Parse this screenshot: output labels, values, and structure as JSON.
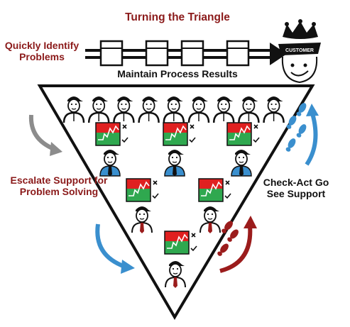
{
  "title": "Turning the Triangle",
  "left_top_label": "Quickly Identify Problems",
  "left_mid_label": "Escalate Support for Problem Solving",
  "right_mid_label": "Check-Act Go See Support",
  "triangle_top_label": "Maintain Process Results",
  "customer_label": "CUSTOMER",
  "colors": {
    "title_red": "#8b1a1a",
    "arrow_blue": "#3a8fce",
    "arrow_gray": "#8c8c8c",
    "arrow_darkred": "#9b1c1c",
    "chart_red": "#e02020",
    "chart_green": "#2fa84f",
    "footprint_blue": "#3a8fce",
    "footprint_red": "#9b1c1c"
  },
  "icons": {
    "worker": "worker-icon",
    "supervisor": "supervisor-icon",
    "manager": "manager-icon",
    "customer": "crowned-customer-icon",
    "chart": "status-board-icon",
    "footprints": "footprints-icon"
  },
  "worker_count": 9
}
